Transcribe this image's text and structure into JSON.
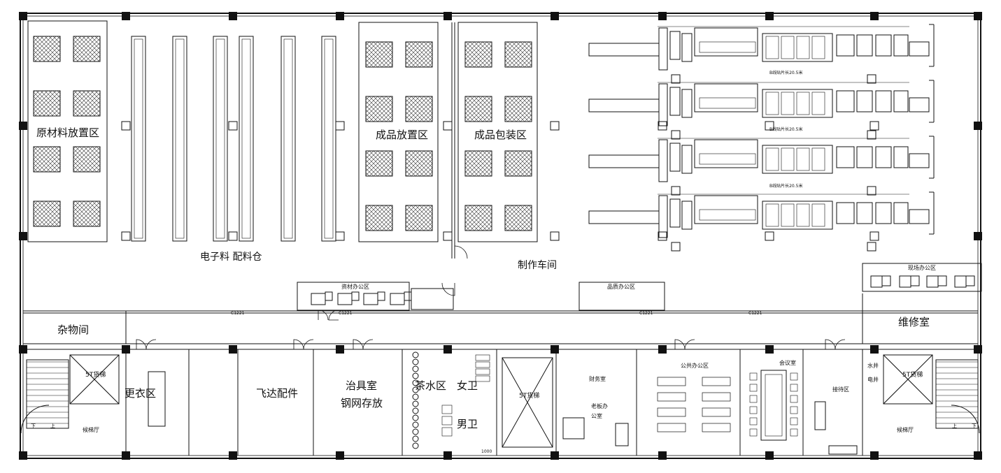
{
  "rooms": {
    "raw_material": "原材料放置区",
    "electronic_store": "电子料 配料仓",
    "finished_storage": "成品放置区",
    "finished_packing": "成品包装区",
    "workshop": "制作车间",
    "materials_office": "资材办公区",
    "quality_office": "品质办公区",
    "site_office": "现场办公区",
    "sundries": "杂物间",
    "repair": "维修室",
    "freight_elevator_left": "5T货梯",
    "freight_elevator_mid": "5T货梯",
    "freight_elevator_right": "5T货梯",
    "changing": "更衣区",
    "feida_parts": "飞达配件",
    "fixture_room_1": "治具室",
    "fixture_room_2": "钢网存放",
    "tea_area": "茶水区",
    "womens_wc": "女卫",
    "mens_wc": "男卫",
    "finance": "财务室",
    "boss_office_1": "老板办",
    "boss_office_2": "公室",
    "public_office": "公共办公区",
    "meeting": "会议室",
    "reception": "接待区",
    "water_shaft": "水井",
    "electric_shaft": "电井",
    "lobby_left": "候梯厅",
    "lobby_right": "候梯厅",
    "stair_down_l": "下",
    "stair_up_l": "上",
    "stair_up_r": "上",
    "stair_down_r": "下"
  },
  "door_tags": [
    "C1221",
    "C1221",
    "C1221",
    "C1221"
  ],
  "line_tags": [
    "B线贴片长20.5米",
    "B线贴片长20.5米",
    "B线贴片长20.5米"
  ],
  "dimension_1000": "1000"
}
